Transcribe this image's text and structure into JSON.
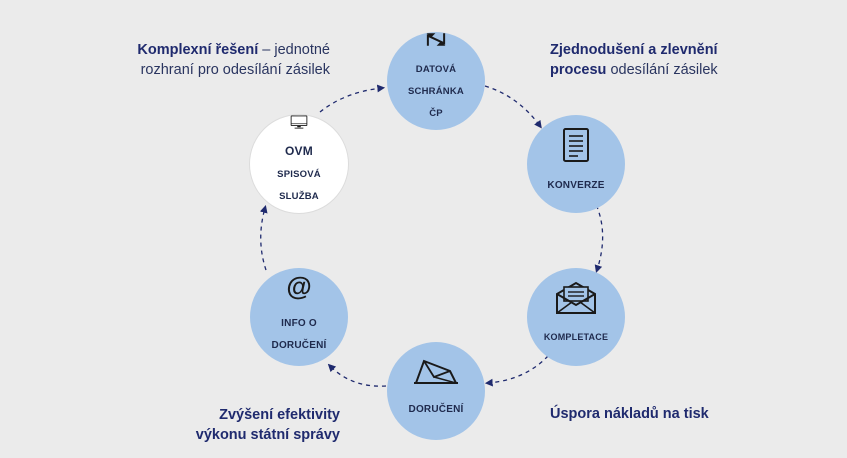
{
  "colors": {
    "background": "#ebebeb",
    "node_blue": "#a3c4e8",
    "node_white": "#ffffff",
    "text_dark": "#1f2a4d",
    "arrow": "#1f2a6e"
  },
  "nodes": {
    "datova": {
      "icon": "data-box-icon",
      "line1": "DATOVÁ",
      "line2": "SCHRÁNKA",
      "line3": "ČP"
    },
    "konverze": {
      "icon": "document-icon",
      "line1": "KONVERZE"
    },
    "kompletace": {
      "icon": "envelope-icon",
      "line1": "KOMPLETACE"
    },
    "doruceni": {
      "icon": "open-envelope-icon",
      "line1": "DORUČENÍ"
    },
    "info": {
      "icon": "at-icon",
      "symbol": "@",
      "line1": "INFO O",
      "line2": "DORUČENÍ"
    },
    "ovm": {
      "icon": "monitor-icon",
      "line1": "OVM",
      "line2": "SPISOVÁ",
      "line3": "SLUŽBA"
    }
  },
  "captions": {
    "top_left": {
      "bold": "Komplexní řešení",
      "rest1": " – jednotné",
      "line2": "rozhraní pro odesílání zásilek"
    },
    "top_right": {
      "bold1": "Zjednodušení a zlevnění",
      "bold2": "procesu",
      "rest2": " odesílání zásilek"
    },
    "bottom_left": {
      "bold1": "Zvýšení efektivity",
      "bold2": "výkonu státní správy"
    },
    "bottom_right": {
      "bold1": "Úspora nákladů na tisk"
    }
  }
}
